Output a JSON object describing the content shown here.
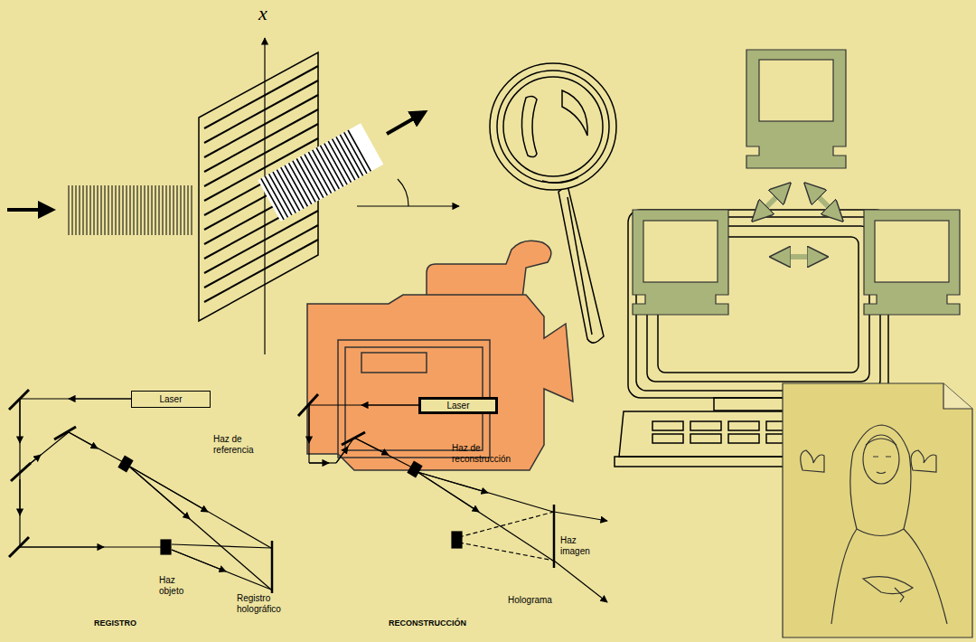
{
  "diagram": {
    "nodes": [
      {
        "text": [
          "Laser"
        ]
      },
      {
        "text": [
          "Laser"
        ]
      }
    ],
    "labels": [
      "x",
      "Haz de referencia",
      "Haz objeto",
      "Registro holográfico",
      "REGISTRO",
      "Haz de reconstrucción",
      "Haz imagen",
      "Holograma",
      "RECONSTRUCCIÓN"
    ]
  }
}
